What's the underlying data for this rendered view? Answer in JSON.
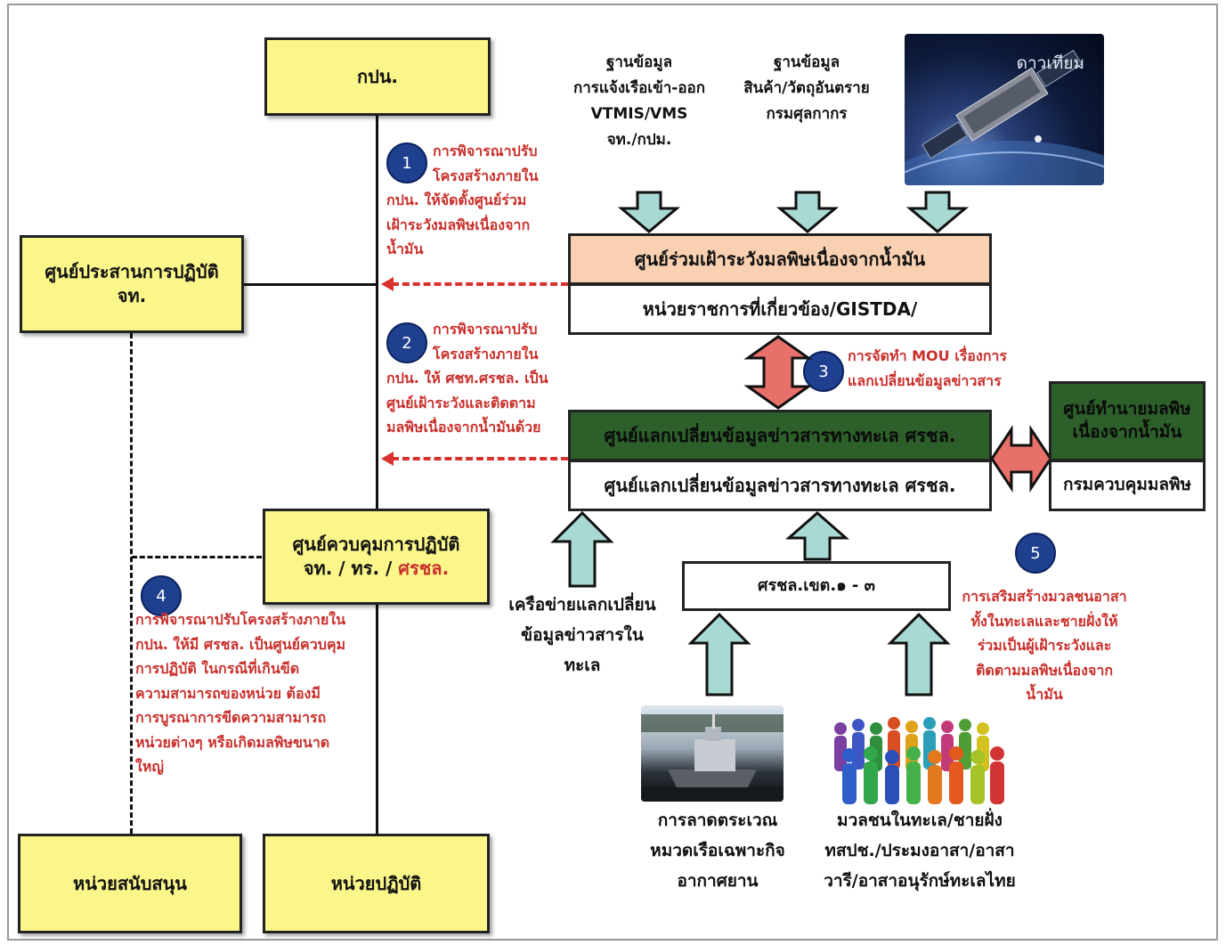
{
  "top_box": "กปน.",
  "left_box": {
    "line1": "ศูนย์ประสานการปฏิบัติ",
    "line2": "จท."
  },
  "center_box": {
    "line1": "ศูนย์ควบคุมการปฏิบัติ",
    "line2_prefix": "จท. / ทร. / ",
    "line2_highlight": "ศรชล."
  },
  "bottom_left_box": "หน่วยสนับสนุน",
  "bottom_center_box": "หน่วยปฏิบัติ",
  "databases": {
    "db1": [
      "ฐานข้อมูล",
      "การแจ้งเรือเข้า-ออก",
      "VTMIS/VMS",
      "จท./กปม."
    ],
    "db2": [
      "ฐานข้อมูล",
      "สินค้า/วัตถุอันตราย",
      "กรมศุลกากร"
    ],
    "satellite": "ดาวเทียม"
  },
  "oil_center": {
    "title": "ศูนย์ร่วมเฝ้าระวังมลพิษเนื่องจากน้ำมัน",
    "sub": "หน่วยราชการที่เกี่ยวข้อง/GISTDA/"
  },
  "exchange_center": {
    "title": "ศูนย์แลกเปลี่ยนข้อมูลข่าวสารทางทะเล ศรชล.",
    "sub": "ศูนย์แลกเปลี่ยนข้อมูลข่าวสารทางทะเล ศรชล."
  },
  "pollution_center": {
    "title_line1": "ศูนย์ทำนายมลพิษ",
    "title_line2": "เนื่องจากน้ำมัน",
    "sub": "กรมควบคุมมลพิษ"
  },
  "region_box": "ศรชล.เขต.๑ - ๓",
  "network_label": [
    "เครือข่ายแลกเปลี่ยน",
    "ข้อมูลข่าวสารใน",
    "ทะเล"
  ],
  "patrol_label": [
    "การลาดตระเวณ",
    "หมวดเรือเฉพาะกิจ",
    "อากาศยาน"
  ],
  "public_label": [
    "มวลชนในทะเล/ชายฝั่ง",
    "ทสปช./ประมงอาสา/อาสา",
    "วารี/อาสาอนุรักษ์ทะเลไทย"
  ],
  "notes": {
    "n1": {
      "number": "1",
      "lines": [
        "การพิจารณาปรับ",
        "โครงสร้างภายใน",
        "กปน. ให้จัดตั้งศูนย์ร่วม",
        "เฝ้าระวังมลพิษเนื่องจาก",
        "น้ำมัน"
      ]
    },
    "n2": {
      "number": "2",
      "lines": [
        "การพิจารณาปรับ",
        "โครงสร้างภายใน",
        "กปน. ให้ ศชท.ศรชล. เป็น",
        "ศูนย์เฝ้าระวังและติดตาม",
        "มลพิษเนื่องจากน้ำมันด้วย"
      ]
    },
    "n3": {
      "number": "3",
      "lines": [
        "การจัดทำ MOU เรื่องการ",
        "แลกเปลี่ยนข้อมูลข่าวสาร"
      ]
    },
    "n4": {
      "number": "4",
      "lines": [
        "การพิจารณาปรับโครงสร้างภายใน",
        "กปน. ให้มี ศรชล. เป็นศูนย์ควบคุม",
        "การปฏิบัติ ในกรณีที่เกินขีด",
        "ความสามารถของหน่วย ต้องมี",
        "การบูรณาการขีดความสามารถ",
        "หน่วยต่างๆ หรือเกิดมลพิษขนาด",
        "ใหญ่"
      ]
    },
    "n5": {
      "number": "5",
      "lines": [
        "การเสริมสร้างมวลชนอาสา",
        "ทั้งในทะเลและชายฝั่งให้",
        "ร่วมเป็นผู้เฝ้าระวังและ",
        "ติดตามมลพิษเนื่องจาก",
        "น้ำมัน"
      ]
    }
  },
  "colors": {
    "yellow_box": "#fbf68a",
    "peach_box": "#f9d1b2",
    "green_box": "#2d5f2a",
    "note_red": "#c9302c",
    "circle_blue": "#1f3f8f",
    "arrow_teal": "#a9d9d3",
    "arrow_salmon": "#e8706a"
  }
}
